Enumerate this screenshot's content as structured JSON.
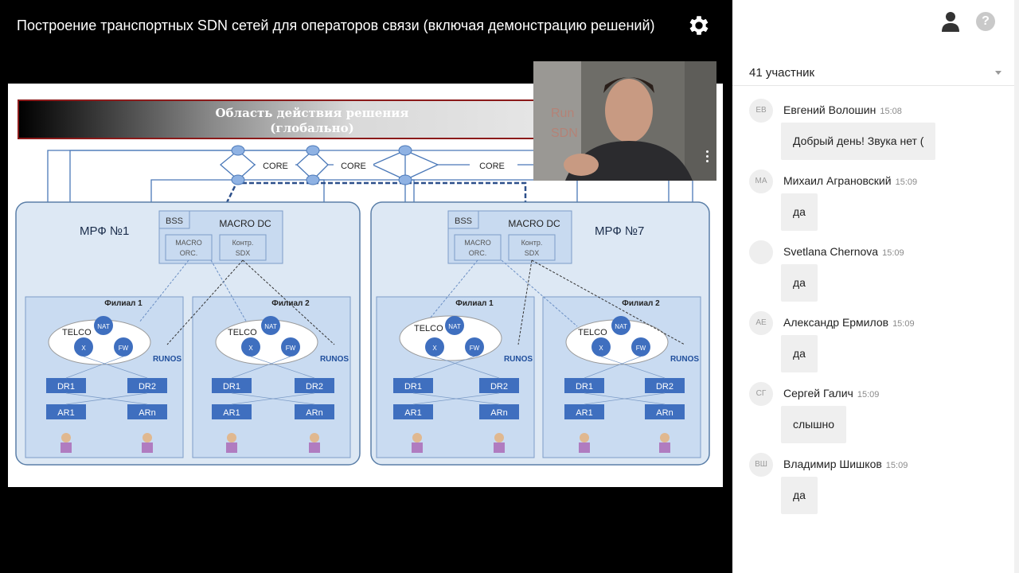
{
  "stage": {
    "title": "Построение транспортных SDN сетей для операторов связи (включая демонстрацию решений)",
    "settings_icon": "gear-icon"
  },
  "slide": {
    "header": [
      "Область действия решения",
      "(глобально)"
    ],
    "core_labels": [
      "CORE",
      "CORE",
      "CORE"
    ],
    "regions": [
      {
        "name": "МРФ №1",
        "dc": {
          "bss": "BSS",
          "title": "MACRO DC",
          "orc": [
            "MACRO",
            "ORC."
          ],
          "sdx": [
            "Контр.",
            "SDX"
          ]
        },
        "branches": [
          {
            "name": "Филиал 1",
            "cloud": "TELCO",
            "nodes": [
              "NAT",
              "X",
              "FW"
            ],
            "logo": "RUNOS",
            "dr": [
              "DR1",
              "DR2"
            ],
            "ar": [
              "AR1",
              "ARn"
            ]
          },
          {
            "name": "Филиал 2",
            "cloud": "TELCO",
            "nodes": [
              "NAT",
              "X",
              "FW"
            ],
            "logo": "RUNOS",
            "dr": [
              "DR1",
              "DR2"
            ],
            "ar": [
              "AR1",
              "ARn"
            ]
          }
        ]
      },
      {
        "name": "МРФ №7",
        "dc": {
          "bss": "BSS",
          "title": "MACRO DC",
          "orc": [
            "MACRO",
            "ORC."
          ],
          "sdx": [
            "Контр.",
            "SDX"
          ]
        },
        "branches": [
          {
            "name": "Филиал 1",
            "cloud": "TELCO",
            "nodes": [
              "NAT",
              "X",
              "FW"
            ],
            "logo": "RUNOS",
            "dr": [
              "DR1",
              "DR2"
            ],
            "ar": [
              "AR1",
              "ARn"
            ]
          },
          {
            "name": "Филиал 2",
            "cloud": "TELCO",
            "nodes": [
              "NAT",
              "X",
              "FW"
            ],
            "logo": "RUNOS",
            "dr": [
              "DR1",
              "DR2"
            ],
            "ar": [
              "AR1",
              "ARn"
            ]
          }
        ]
      }
    ]
  },
  "camera": {
    "overlay_text": [
      "Run",
      "SDN"
    ]
  },
  "panel": {
    "user_icon": "person-icon",
    "help_label": "?",
    "participants_label": "41 участник",
    "messages": [
      {
        "initials": "ЕВ",
        "author": "Евгений Волошин",
        "time": "15:08",
        "text": "Добрый день! Звука нет ("
      },
      {
        "initials": "МА",
        "author": "Михаил Аграновский",
        "time": "15:09",
        "text": "да"
      },
      {
        "initials": "",
        "author": "Svetlana Chernova",
        "time": "15:09",
        "text": "да"
      },
      {
        "initials": "АЕ",
        "author": "Александр Ермилов",
        "time": "15:09",
        "text": "да"
      },
      {
        "initials": "СГ",
        "author": "Сергей Галич",
        "time": "15:09",
        "text": "слышно"
      },
      {
        "initials": "ВШ",
        "author": "Владимир Шишков",
        "time": "15:09",
        "text": "да"
      }
    ]
  },
  "colors": {
    "region_fill": "#dde8f4",
    "region_stroke": "#5b7fa8",
    "node_blue": "#3f6fbf",
    "runos_red": "#d42b2b"
  }
}
